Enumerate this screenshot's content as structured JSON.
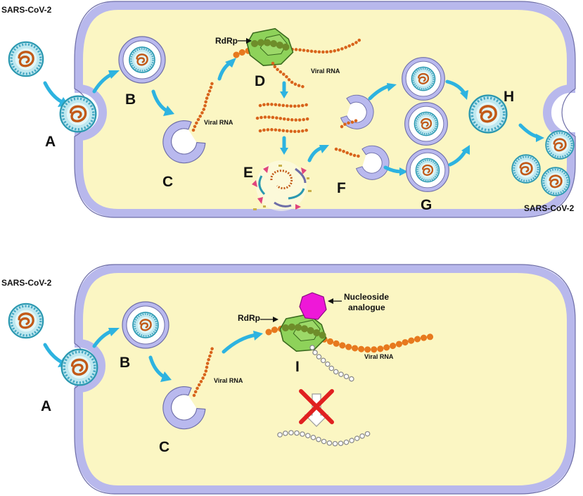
{
  "panels": [
    {
      "labels": {
        "virus_in": "SARS-CoV-2",
        "virus_out": "SARS-CoV-2",
        "rdrp": "RdRp",
        "viral_rna_1": "Viral RNA",
        "viral_rna_2": "Viral RNA",
        "step_a": "A",
        "step_b": "B",
        "step_c": "C",
        "step_d": "D",
        "step_e": "E",
        "step_f": "F",
        "step_g": "G",
        "step_h": "H"
      }
    },
    {
      "labels": {
        "virus_in": "SARS-CoV-2",
        "rdrp": "RdRp",
        "nucleoside_line1": "Nucleoside",
        "nucleoside_line2": "analogue",
        "viral_rna_1": "Viral RNA",
        "viral_rna_2": "Viral RNA",
        "step_a": "A",
        "step_b": "B",
        "step_c": "C",
        "step_i": "I"
      }
    }
  ],
  "colors": {
    "cytoplasm": "#fbf6c3",
    "membrane": "#b8b8ec",
    "arrow": "#2db3e0",
    "rna": "#e7791e",
    "rdrp": "#8ed25a",
    "spike": "#e0457c",
    "nucleoside_analogue": "#ee18d8",
    "inhibition_cross": "#e02020"
  }
}
